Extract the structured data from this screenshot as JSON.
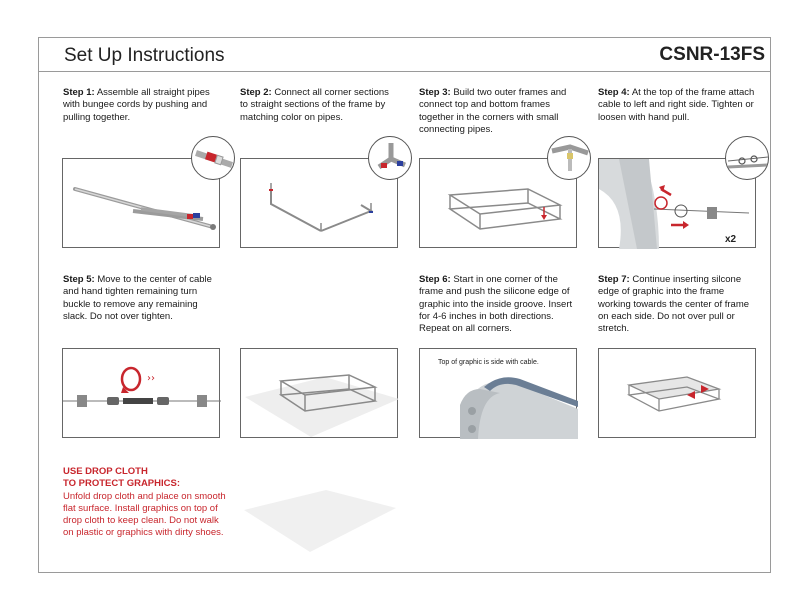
{
  "header": {
    "title": "Set Up Instructions",
    "code": "CSNR-13FS"
  },
  "steps": [
    {
      "label": "Step 1:",
      "text": "Assemble all straight pipes with bungee cords by pushing and pulling together."
    },
    {
      "label": "Step 2:",
      "text": "Connect all corner sections to straight sections of the frame by matching color on pipes."
    },
    {
      "label": "Step 3:",
      "text": "Build two outer frames and connect top and bottom frames together in the corners with small connecting pipes."
    },
    {
      "label": "Step 4:",
      "text": "At the top of the frame attach cable to left and right side. Tighten or loosen with hand pull."
    },
    {
      "label": "Step 5:",
      "text": "Move to the center of cable and hand tighten remaining turn buckle to remove any remaining slack. Do not over tighten."
    },
    {
      "label": "Step 6:",
      "text": "Start in one corner of the frame and push the silicone edge of graphic into the inside groove. Insert for 4-6 inches in both directions. Repeat on all corners."
    },
    {
      "label": "Step 7:",
      "text": "Continue inserting silcone edge of graphic into the frame working towards the center of frame on each side. Do not over pull or stretch."
    }
  ],
  "step4_multiplier": "x2",
  "step6_caption": "Top of graphic is side with cable.",
  "warning": {
    "heading_line1": "USE DROP CLOTH",
    "heading_line2": "TO PROTECT GRAPHICS:",
    "body": "Unfold drop cloth and place on smooth flat surface. Install graphics on top of drop cloth to keep clean. Do not walk on plastic or graphics with dirty shoes."
  },
  "colors": {
    "accent_red": "#c8262d",
    "pipe_blue": "#2b3f9e",
    "frame_gray": "#8a8a8a"
  }
}
